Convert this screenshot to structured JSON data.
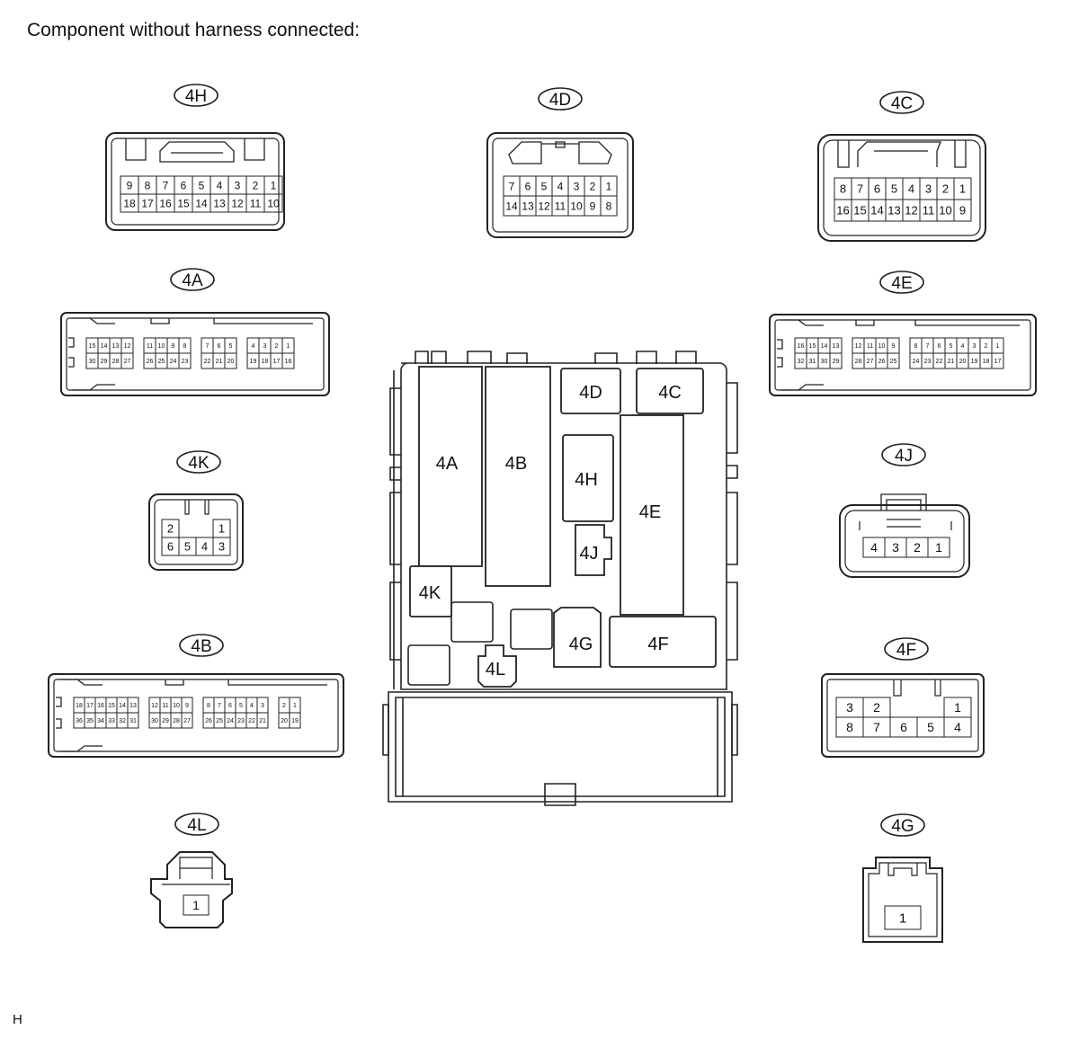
{
  "heading": "Component without harness connected:",
  "footer_code": "H",
  "colors": {
    "line": "#222222",
    "background": "#ffffff"
  },
  "junction_block": {
    "labels": [
      "4A",
      "4B",
      "4D",
      "4C",
      "4H",
      "4E",
      "4J",
      "4K",
      "4G",
      "4F",
      "4L"
    ]
  },
  "connectors": [
    {
      "id": "4H",
      "rows": [
        [
          "9",
          "8",
          "7",
          "6",
          "5",
          "4",
          "3",
          "2",
          "1"
        ],
        [
          "18",
          "17",
          "16",
          "15",
          "14",
          "13",
          "12",
          "11",
          "10"
        ]
      ]
    },
    {
      "id": "4D",
      "rows": [
        [
          "7",
          "6",
          "5",
          "4",
          "3",
          "2",
          "1"
        ],
        [
          "14",
          "13",
          "12",
          "11",
          "10",
          "9",
          "8"
        ]
      ]
    },
    {
      "id": "4C",
      "rows": [
        [
          "8",
          "7",
          "6",
          "5",
          "4",
          "3",
          "2",
          "1"
        ],
        [
          "16",
          "15",
          "14",
          "13",
          "12",
          "11",
          "10",
          "9"
        ]
      ]
    },
    {
      "id": "4A",
      "rows": [
        [
          "15",
          "14",
          "13",
          "12",
          "11",
          "10",
          "9",
          "8",
          "7",
          "6",
          "5",
          "4",
          "3",
          "2",
          "1"
        ],
        [
          "30",
          "29",
          "28",
          "27",
          "26",
          "25",
          "24",
          "23",
          "22",
          "21",
          "20",
          "19",
          "18",
          "17",
          "16"
        ]
      ]
    },
    {
      "id": "4E",
      "rows": [
        [
          "16",
          "15",
          "14",
          "13",
          "12",
          "11",
          "10",
          "9",
          "8",
          "7",
          "6",
          "5",
          "4",
          "3",
          "2",
          "1"
        ],
        [
          "32",
          "31",
          "30",
          "29",
          "28",
          "27",
          "26",
          "25",
          "24",
          "23",
          "22",
          "21",
          "20",
          "19",
          "18",
          "17"
        ]
      ]
    },
    {
      "id": "4K",
      "rows": [
        [
          "2",
          "1"
        ],
        [
          "6",
          "5",
          "4",
          "3"
        ]
      ]
    },
    {
      "id": "4J",
      "rows": [
        [
          "4",
          "3",
          "2",
          "1"
        ]
      ]
    },
    {
      "id": "4B",
      "rows": [
        [
          "18",
          "17",
          "16",
          "15",
          "14",
          "13",
          "12",
          "11",
          "10",
          "9",
          "8",
          "7",
          "6",
          "5",
          "4",
          "3",
          "2",
          "1"
        ],
        [
          "36",
          "35",
          "34",
          "33",
          "32",
          "31",
          "30",
          "29",
          "28",
          "27",
          "26",
          "25",
          "24",
          "23",
          "22",
          "21",
          "20",
          "19"
        ]
      ]
    },
    {
      "id": "4F",
      "rows": [
        [
          "3",
          "2",
          "1"
        ],
        [
          "8",
          "7",
          "6",
          "5",
          "4"
        ]
      ]
    },
    {
      "id": "4L",
      "rows": [
        [
          "1"
        ]
      ]
    },
    {
      "id": "4G",
      "rows": [
        [
          "1"
        ]
      ]
    }
  ]
}
